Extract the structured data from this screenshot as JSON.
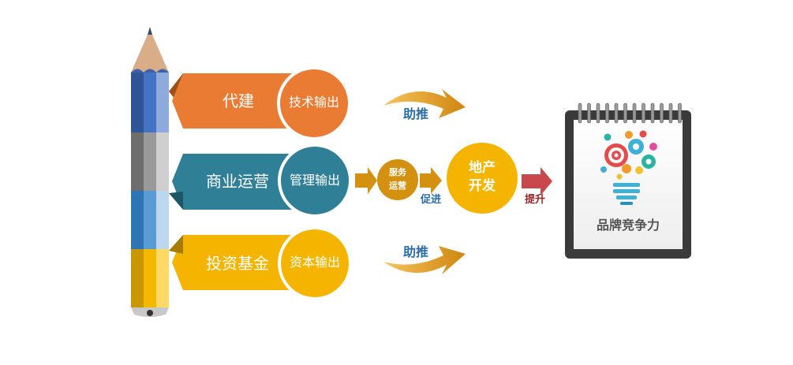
{
  "rows": [
    {
      "name": "代建",
      "output": "技术输出"
    },
    {
      "name": "商业运营",
      "output": "管理输出"
    },
    {
      "name": "投资基金",
      "output": "资本输出"
    }
  ],
  "push_label_top": "助推",
  "push_label_bottom": "助推",
  "service": {
    "line1": "服务",
    "line2": "运营"
  },
  "promote_label": "促进",
  "develop": {
    "line1": "地产",
    "line2": "开发"
  },
  "raise_label": "提升",
  "card_title": "品牌竞争力",
  "colors": {
    "orange": "#ea7b32",
    "teal": "#2f7f96",
    "yellow": "#f5b400",
    "gold": "#d4900f",
    "red": "#c9484b",
    "text_blue": "#2b6ea6"
  }
}
